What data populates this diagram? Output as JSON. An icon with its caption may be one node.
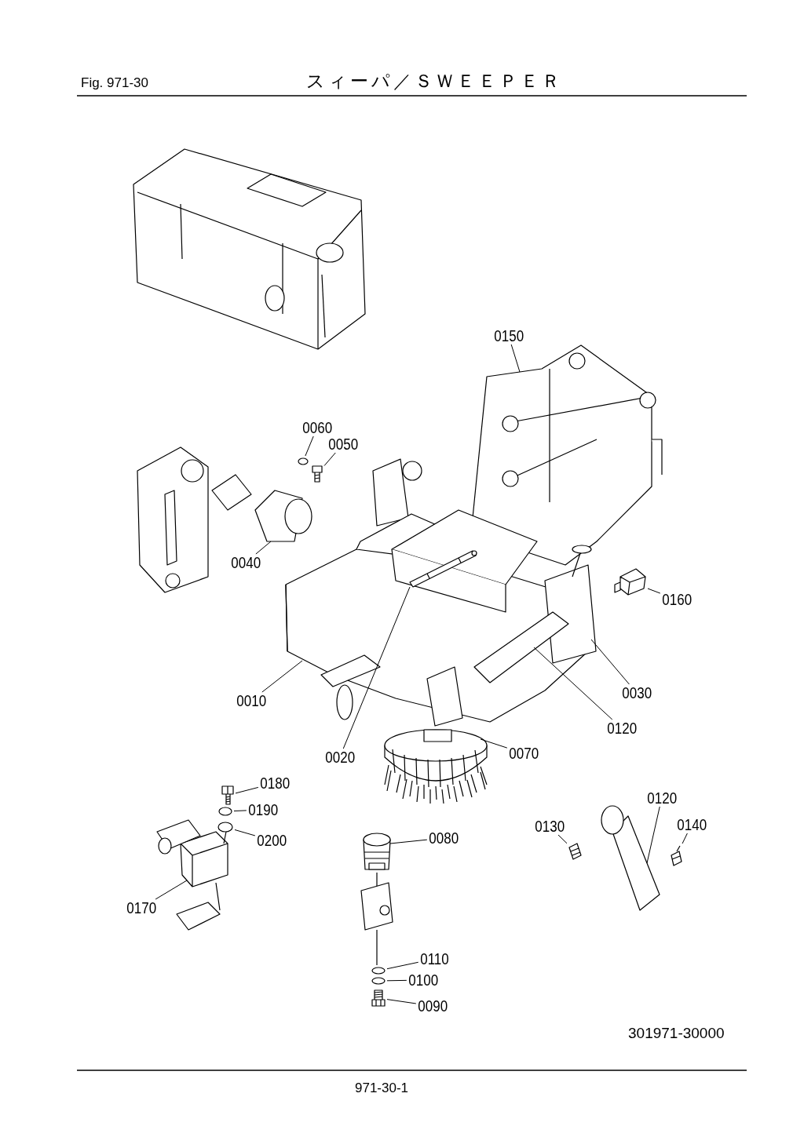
{
  "diagram": {
    "title": "スィーパ／ＳＷＥＥＰＥＲ",
    "nodes": [
      {
        "text": [
          "0150"
        ]
      },
      {
        "text": [
          "0060"
        ]
      },
      {
        "text": [
          "0050"
        ]
      },
      {
        "text": [
          "0040"
        ]
      },
      {
        "text": [
          "0160"
        ]
      },
      {
        "text": [
          "0010"
        ]
      },
      {
        "text": [
          "0030"
        ]
      },
      {
        "text": [
          "0120"
        ]
      },
      {
        "text": [
          "0020"
        ]
      },
      {
        "text": [
          "0070"
        ]
      },
      {
        "text": [
          "0180"
        ]
      },
      {
        "text": [
          "0190"
        ]
      },
      {
        "text": [
          "0200"
        ]
      },
      {
        "text": [
          "0170"
        ]
      },
      {
        "text": [
          "0080"
        ]
      },
      {
        "text": [
          "0120"
        ]
      },
      {
        "text": [
          "0130"
        ]
      },
      {
        "text": [
          "0140"
        ]
      },
      {
        "text": [
          "0110"
        ]
      },
      {
        "text": [
          "0100"
        ]
      },
      {
        "text": [
          "0090"
        ]
      },
      {
        "text": [],
        "shape": "picture"
      },
      {
        "text": [],
        "shape": "picture"
      },
      {
        "text": [],
        "shape": "circle"
      },
      {
        "text": [],
        "shape": "circle"
      },
      {
        "text": [],
        "shape": "picture"
      },
      {
        "text": [],
        "shape": "picture"
      },
      {
        "text": [],
        "shape": "circle"
      },
      {
        "text": [],
        "shape": "circle"
      },
      {
        "text": [],
        "shape": "picture"
      },
      {
        "text": [],
        "shape": "picture"
      },
      {
        "text": [],
        "shape": "circle"
      },
      {
        "text": [],
        "shape": "picture"
      },
      {
        "text": [],
        "shape": "picture"
      },
      {
        "text": [],
        "shape": "picture"
      },
      {
        "text": [],
        "shape": "picture",
        "in": 34
      },
      {
        "text": [],
        "shape": "picture",
        "in": 34
      },
      {
        "text": [],
        "shape": "picture",
        "in": 34
      },
      {
        "text": [],
        "shape": "picture"
      },
      {
        "text": [],
        "shape": "picture"
      },
      {
        "text": [],
        "shape": "picture"
      },
      {
        "text": [],
        "shape": "picture"
      }
    ],
    "edges": [
      {
        "from": 0,
        "to": 30,
        "arrow": "none"
      },
      {
        "from": 1,
        "to": 31,
        "arrow": "none"
      },
      {
        "from": 2,
        "to": 32,
        "arrow": "none"
      },
      {
        "from": 3,
        "to": 33,
        "arrow": "none"
      },
      {
        "from": 4,
        "to": 21,
        "arrow": "none"
      },
      {
        "from": 5,
        "to": 34,
        "arrow": "none"
      },
      {
        "from": 6,
        "to": 35,
        "arrow": "none"
      },
      {
        "from": 7,
        "to": 36,
        "arrow": "none"
      },
      {
        "from": 8,
        "to": 37,
        "arrow": "none"
      },
      {
        "from": 9,
        "to": 38,
        "arrow": "none"
      },
      {
        "from": 10,
        "to": 22,
        "arrow": "none"
      },
      {
        "from": 11,
        "to": 23,
        "arrow": "none"
      },
      {
        "from": 12,
        "to": 24,
        "arrow": "none"
      },
      {
        "from": 13,
        "to": 39,
        "arrow": "none"
      },
      {
        "from": 14,
        "to": 40,
        "arrow": "none"
      },
      {
        "from": 15,
        "to": 41,
        "arrow": "none"
      },
      {
        "from": 16,
        "to": 25,
        "arrow": "none"
      },
      {
        "from": 17,
        "to": 26,
        "arrow": "none"
      },
      {
        "from": 18,
        "to": 27,
        "arrow": "none"
      },
      {
        "from": 19,
        "to": 28,
        "arrow": "none"
      },
      {
        "from": 20,
        "to": 29,
        "arrow": "none"
      }
    ],
    "labels": [
      "Fig. 971-30",
      "301971-30000",
      "971-30-1"
    ]
  }
}
